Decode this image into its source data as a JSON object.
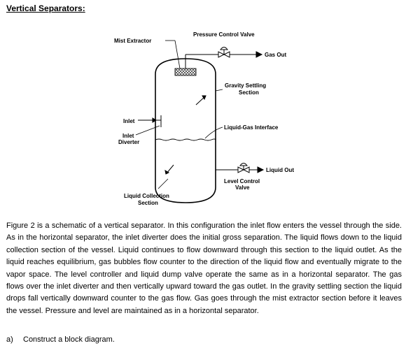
{
  "document": {
    "title": "Vertical Separators:",
    "figure": {
      "labels": {
        "mist_extractor": "Mist Extractor",
        "pressure_control_valve": "Pressure Control Valve",
        "gas_out": "Gas Out",
        "gravity_settling_1": "Gravity  Settling",
        "gravity_settling_2": "Section",
        "inlet": "Inlet",
        "inlet_diverter_1": "Inlet",
        "inlet_diverter_2": "Diverter",
        "liquid_gas_interface": "Liquid-Gas Interface",
        "liquid_out": "Liquid Out",
        "level_control_valve_1": "Level Control",
        "level_control_valve_2": "Valve",
        "liquid_collection_1": "Liquid Collection",
        "liquid_collection_2": "Section"
      }
    },
    "paragraph": "Figure 2 is a schematic of a vertical separator. In this configuration the inlet flow enters the vessel through the side. As in the horizontal separator, the inlet diverter does the initial gross separation. The liquid flows down to the liquid collection section of the vessel. Liquid continues to flow downward through this section to the liquid outlet. As the liquid reaches equilibrium, gas bubbles flow counter to the direction of the liquid flow and eventually migrate to the vapor space. The level controller and liquid dump valve operate the same as in a horizontal separator. The gas flows over the inlet diverter and then vertically upward toward the gas outlet. In the gravity settling section the liquid drops fall vertically downward counter to the gas flow. Gas goes through the mist extractor section before it leaves the vessel. Pressure and level are maintained as in a horizontal separator.",
    "question": {
      "label": "a)",
      "text": "Construct a block diagram."
    }
  }
}
